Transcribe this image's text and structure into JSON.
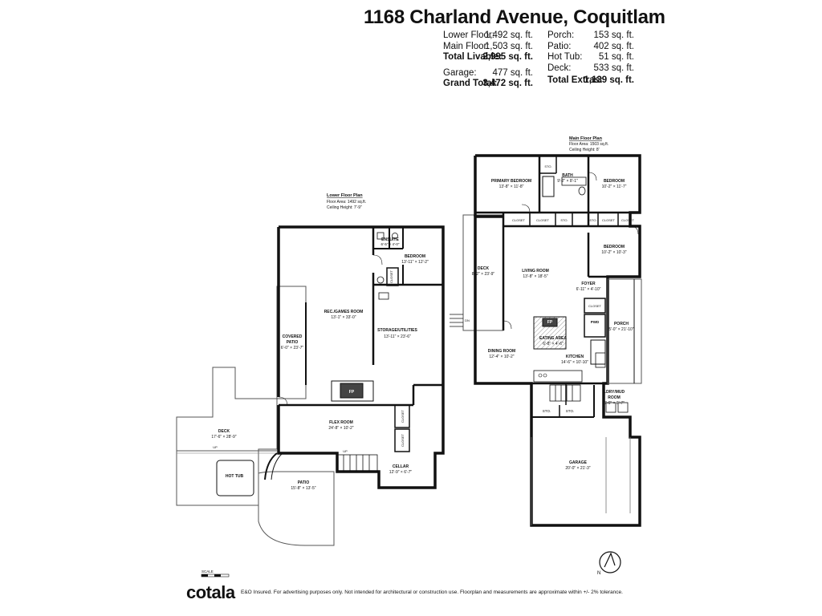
{
  "title": "1168 Charland Avenue, Coquitlam",
  "stats_left": [
    {
      "label": "Lower Floor:",
      "value": "1,492 sq. ft.",
      "bold": false
    },
    {
      "label": "Main Floor:",
      "value": "1,503 sq. ft.",
      "bold": false
    },
    {
      "label": "Total Livable:",
      "value": "2,995 sq. ft.",
      "bold": true
    },
    {
      "label": "",
      "value": "",
      "bold": false
    },
    {
      "label": "Garage:",
      "value": "477 sq. ft.",
      "bold": false
    },
    {
      "label": "Grand Total:",
      "value": "3,472 sq. ft.",
      "bold": true
    }
  ],
  "stats_right": [
    {
      "label": "Porch:",
      "value": "153 sq. ft.",
      "bold": false
    },
    {
      "label": "Patio:",
      "value": "402 sq. ft.",
      "bold": false
    },
    {
      "label": "Hot Tub:",
      "value": "51 sq. ft.",
      "bold": false
    },
    {
      "label": "Deck:",
      "value": "533 sq. ft.",
      "bold": false
    },
    {
      "label": "Total Extras:",
      "value": "1,139 sq. ft.",
      "bold": true
    }
  ],
  "plans": {
    "lower": {
      "heading": "Lower Floor Plan",
      "area": "Floor Area: 1492 sq.ft.",
      "ceiling": "Ceiling Height: 7'-9\""
    },
    "main": {
      "heading": "Main Floor Plan",
      "area": "Floor Area: 1503 sq.ft.",
      "ceiling": "Ceiling Height: 8'"
    }
  },
  "rooms": {
    "primary": {
      "name": "PRIMARY BEDROOM",
      "dim": "13'-8\" × 11'-8\""
    },
    "bath": {
      "name": "BATH",
      "dim": "9'-2\" × 8'-1\""
    },
    "bed_main1": {
      "name": "BEDROOM",
      "dim": "10'-2\" × 11'-7\""
    },
    "bed_main2": {
      "name": "BEDROOM",
      "dim": "10'-2\" × 10'-3\""
    },
    "living": {
      "name": "LIVING ROOM",
      "dim": "13'-8\" × 18'-5\""
    },
    "foyer": {
      "name": "FOYER",
      "dim": "6'-11\" × 4'-10\""
    },
    "deck_main": {
      "name": "DECK",
      "dim": "8'-2\" × 23'-9\""
    },
    "porch": {
      "name": "PORCH",
      "dim": "5'-0\" × 21'-10\""
    },
    "eating": {
      "name": "EATING AREA",
      "dim": "6'-8\" × 4'-6\""
    },
    "dining": {
      "name": "DINING ROOM",
      "dim": "12'-4\" × 10'-2\""
    },
    "kitchen": {
      "name": "KITCHEN",
      "dim": "14'-6\" × 10'-10\""
    },
    "ldry": {
      "name": "LDRY/MUD",
      "name2": "ROOM",
      "dim": "8'-6\" × 6'-7\""
    },
    "garage": {
      "name": "GARAGE",
      "dim": "20'-0\" × 21'-3\""
    },
    "ensuite": {
      "name": "ENSUITE",
      "dim": "6'-5\" × 4'-0\""
    },
    "bed_lower": {
      "name": "BEDROOM",
      "dim": "13'-11\" × 12'-2\""
    },
    "rec": {
      "name": "REC./GAMES ROOM",
      "dim": "13'-1\" × 33'-0\""
    },
    "storage": {
      "name": "STORAGE/UTILITIES",
      "dim": "13'-11\" × 23'-6\""
    },
    "covered": {
      "name": "COVERED",
      "name2": "PATIO",
      "dim": "6'-0\" × 23'-7\""
    },
    "flex": {
      "name": "FLEX ROOM",
      "dim": "24'-8\" × 10'-2\""
    },
    "cellar": {
      "name": "CELLAR",
      "dim": "12'-9\" × 6'-7\""
    },
    "deck_lower": {
      "name": "DECK",
      "dim": "17'-6\" × 28'-9\""
    },
    "patio": {
      "name": "PATIO",
      "dim": "15'-8\" × 13'-5\""
    },
    "hottub": {
      "name": "HOT TUB"
    }
  },
  "small_labels": {
    "closet": "CLOSET",
    "sto": "STO.",
    "pwd": "PWD",
    "fp": "FP",
    "up": "UP",
    "dn": "DN"
  },
  "footer": {
    "logo": "cotala",
    "disclaimer": "E&O Insured. For advertising purposes only. Not intended for architectural or construction use. Floorplan and measurements are approximate within +/- 2% tolerance.",
    "scale": "SCALE"
  },
  "colors": {
    "wall": "#111111",
    "text": "#111111",
    "fill": "#ffffff",
    "hatch": "#cccccc"
  }
}
